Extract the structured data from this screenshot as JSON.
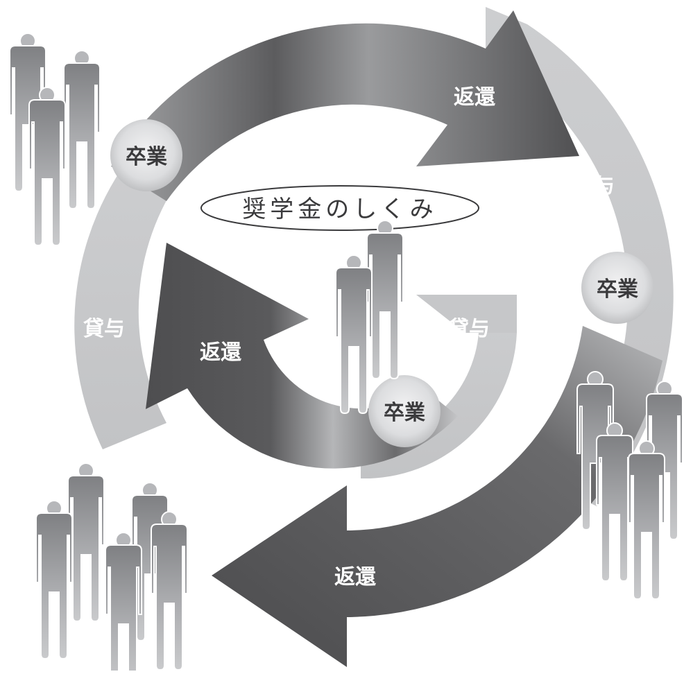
{
  "title": "奨学金のしくみ",
  "labels": {
    "return_top": "返還",
    "return_bottom": "返還",
    "return_inner": "返還",
    "loan_right": "貸与",
    "loan_left": "貸与",
    "loan_inner": "貸与",
    "graduate_topleft": "卒業",
    "graduate_right": "卒業",
    "graduate_inner": "卒業"
  },
  "colors": {
    "return_arrow": "#58585a",
    "loan_band": "#c8c9cb",
    "graduate_badge": "#d6d7d9",
    "person": "#8e8f92",
    "label_light": "#ffffff",
    "label_dark": "#3a3a3c"
  },
  "icons": {
    "person": "person-icon"
  }
}
